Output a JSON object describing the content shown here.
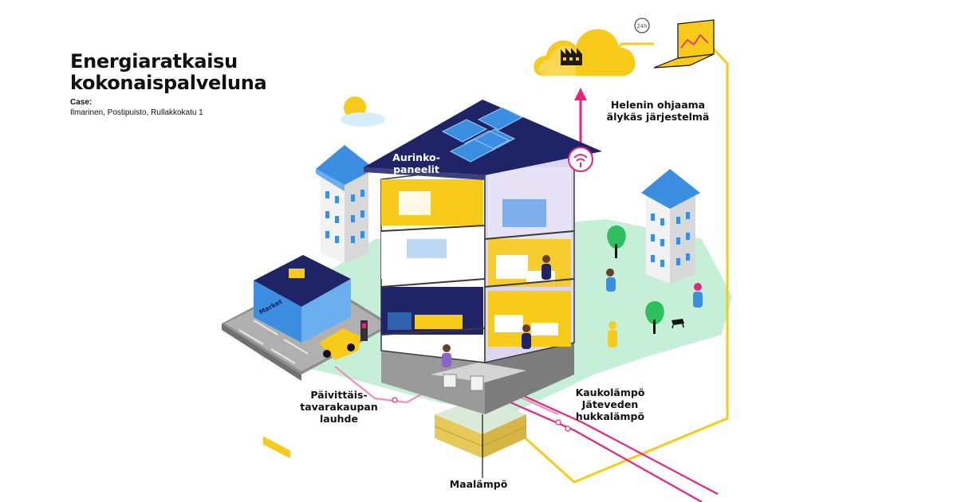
{
  "title": {
    "line1": "Energiaratkaisu",
    "line2": "kokonaispalveluna"
  },
  "case": {
    "label": "Case:",
    "value": "Ilmarinen, Postipuisto, Rullakkokatu 1"
  },
  "labels": {
    "solar": {
      "line1": "Aurinko-",
      "line2": "paneelit"
    },
    "control": {
      "line1": "Helenin ohjaama",
      "line2": "älykäs järjestelmä"
    },
    "grocery": {
      "line1": "Päivittäis-",
      "line2": "tavarakaupan",
      "line3": "lauhde"
    },
    "district": {
      "line1": "Kaukolämpö",
      "line2": "Jäteveden hukkalämpö"
    },
    "ground": "Maalämpö"
  },
  "store_sign": "Market",
  "clock_badge": "24h",
  "colors": {
    "navy": "#1f2466",
    "yellow": "#f8cb1a",
    "pink": "#e8247f",
    "mint": "#bfeed3",
    "sky": "#3b8ee0",
    "lavender": "#ddd6f0",
    "gray": "#c9c9c9"
  },
  "icons": [
    "cloud-icon",
    "factory-icon",
    "clock-24h-icon",
    "laptop-chart-icon",
    "wifi-icon",
    "sun-icon",
    "solar-panel-icon",
    "car-icon",
    "charger-icon",
    "tree-icon",
    "dog-icon"
  ]
}
